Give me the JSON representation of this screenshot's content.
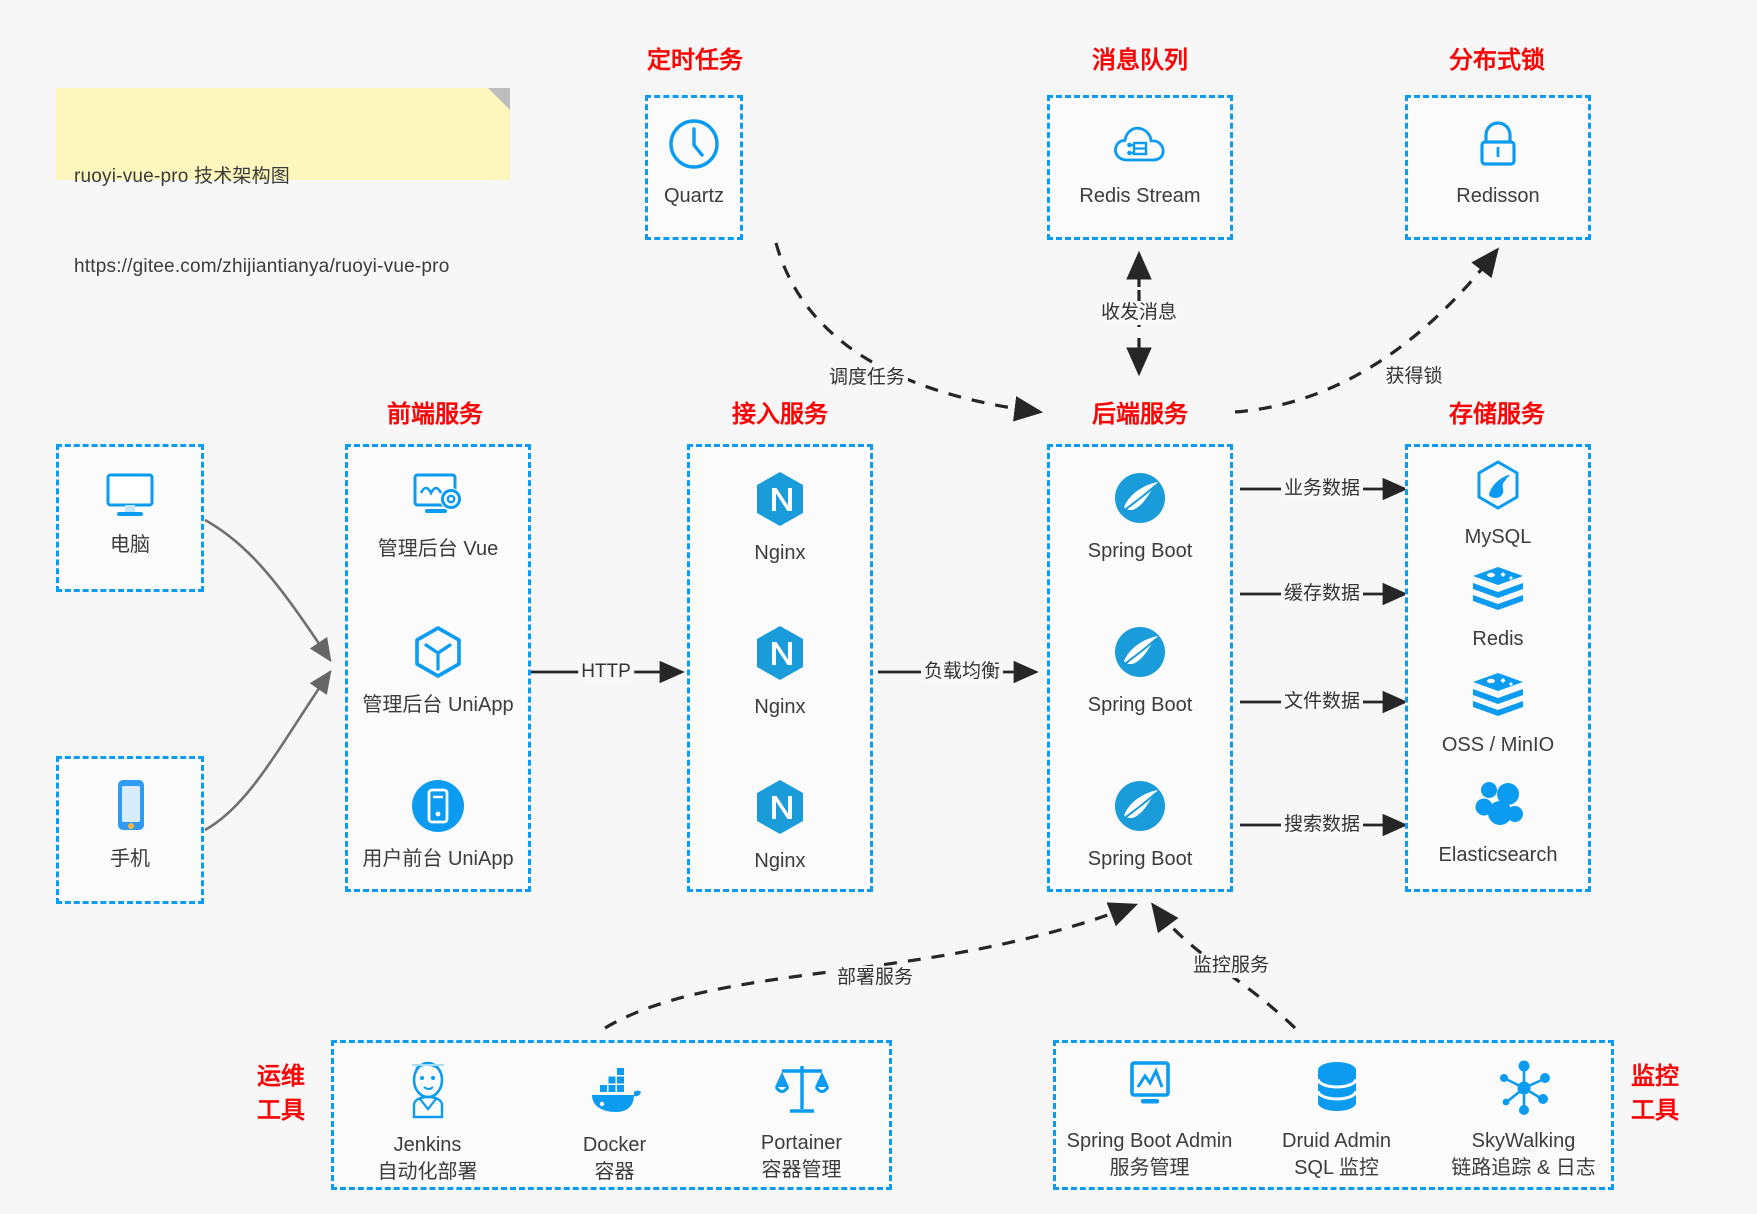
{
  "note": {
    "line1": "ruoyi-vue-pro 技术架构图",
    "line2": "https://gitee.com/zhijiantianya/ruoyi-vue-pro"
  },
  "colors": {
    "accent_blue": "#0a9bf5",
    "icon_blue": "#0b9bf0",
    "group_title_red": "#fa0505",
    "label_gray": "#3c3c3c",
    "canvas": "#f7f7f7",
    "note_yellow": "#fdf7bd",
    "arrow_black": "#262626"
  },
  "groups": {
    "scheduled_task": {
      "title": "定时任务",
      "nodes": [
        {
          "label": "Quartz",
          "icon": "clock-icon"
        }
      ]
    },
    "message_queue": {
      "title": "消息队列",
      "nodes": [
        {
          "label": "Redis Stream",
          "icon": "cloud-stream-icon"
        }
      ]
    },
    "distributed_lock": {
      "title": "分布式锁",
      "nodes": [
        {
          "label": "Redisson",
          "icon": "lock-icon"
        }
      ]
    },
    "clients": {
      "nodes": [
        {
          "label": "电脑",
          "icon": "desktop-monitor-icon"
        },
        {
          "label": "手机",
          "icon": "mobile-phone-icon"
        }
      ]
    },
    "frontend_service": {
      "title": "前端服务",
      "nodes": [
        {
          "label": "管理后台 Vue",
          "icon": "dashboard-gear-icon"
        },
        {
          "label": "管理后台 UniApp",
          "icon": "cube-icon"
        },
        {
          "label": "用户前台 UniApp",
          "icon": "mobile-circle-icon"
        }
      ]
    },
    "access_service": {
      "title": "接入服务",
      "nodes": [
        {
          "label": "Nginx",
          "icon": "nginx-icon"
        },
        {
          "label": "Nginx",
          "icon": "nginx-icon"
        },
        {
          "label": "Nginx",
          "icon": "nginx-icon"
        }
      ]
    },
    "backend_service": {
      "title": "后端服务",
      "nodes": [
        {
          "label": "Spring Boot",
          "icon": "spring-boot-icon"
        },
        {
          "label": "Spring Boot",
          "icon": "spring-boot-icon"
        },
        {
          "label": "Spring Boot",
          "icon": "spring-boot-icon"
        }
      ]
    },
    "storage_service": {
      "title": "存储服务",
      "nodes": [
        {
          "label": "MySQL",
          "icon": "mysql-icon"
        },
        {
          "label": "Redis",
          "icon": "redis-icon"
        },
        {
          "label": "OSS / MinIO",
          "icon": "redis-icon"
        },
        {
          "label": "Elasticsearch",
          "icon": "elasticsearch-icon"
        }
      ]
    },
    "devops_tools": {
      "title": "运维\n工具",
      "nodes": [
        {
          "label": "Jenkins",
          "sublabel": "自动化部署",
          "icon": "jenkins-icon"
        },
        {
          "label": "Docker",
          "sublabel": "容器",
          "icon": "docker-icon"
        },
        {
          "label": "Portainer",
          "sublabel": "容器管理",
          "icon": "scales-icon"
        }
      ]
    },
    "monitor_tools": {
      "title": "监控\n工具",
      "nodes": [
        {
          "label": "Spring Boot Admin",
          "sublabel": "服务管理",
          "icon": "monitor-chart-icon"
        },
        {
          "label": "Druid Admin",
          "sublabel": "SQL 监控",
          "icon": "database-icon"
        },
        {
          "label": "SkyWalking",
          "sublabel": "链路追踪 & 日志",
          "icon": "skywalking-icon"
        }
      ]
    }
  },
  "edges": [
    {
      "id": "http",
      "label": "HTTP"
    },
    {
      "id": "load-balance",
      "label": "负载均衡"
    },
    {
      "id": "schedule-task",
      "label": "调度任务"
    },
    {
      "id": "send-receive-message",
      "label": "收发消息"
    },
    {
      "id": "acquire-lock",
      "label": "获得锁"
    },
    {
      "id": "business-data",
      "label": "业务数据"
    },
    {
      "id": "cache-data",
      "label": "缓存数据"
    },
    {
      "id": "file-data",
      "label": "文件数据"
    },
    {
      "id": "search-data",
      "label": "搜索数据"
    },
    {
      "id": "deploy-service",
      "label": "部署服务"
    },
    {
      "id": "monitor-service",
      "label": "监控服务"
    }
  ]
}
